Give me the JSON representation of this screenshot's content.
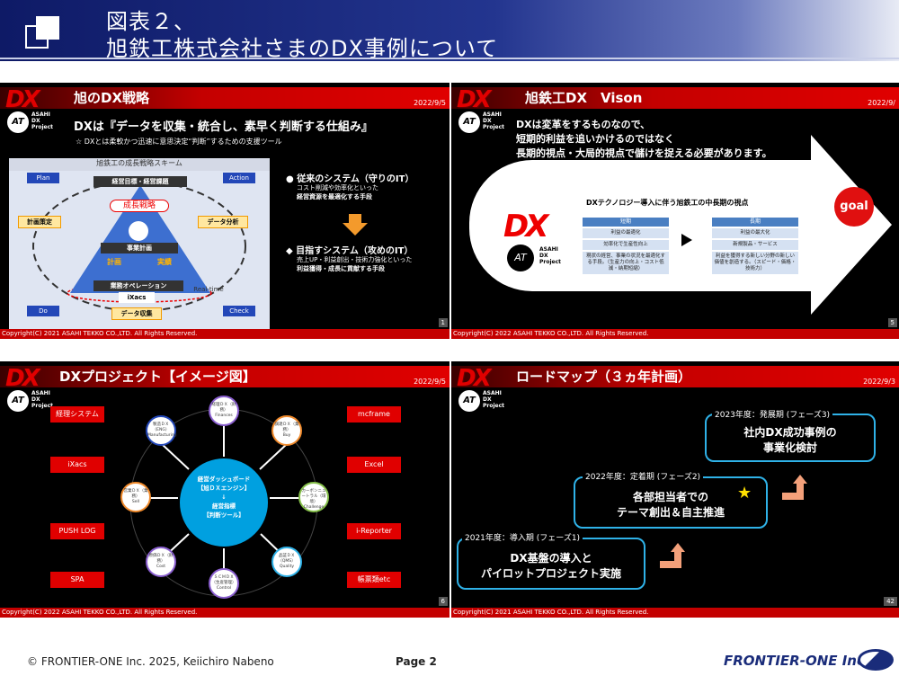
{
  "header": {
    "title_line1": "図表２、",
    "title_line2": "旭鉄工株式会社さまのDX事例について"
  },
  "logo": {
    "dx": "DX",
    "badge": "AT",
    "lines": [
      "ASAHI",
      "DX",
      "Project"
    ]
  },
  "slides": [
    {
      "title": "旭のDX戦略",
      "date": "2022/9/5",
      "page": "1",
      "copyright": "Copyright(C) 2021 ASAHI TEKKO CO.,LTD. All Rights Reserved.",
      "headline": "DXは『データを収集・統合し、素早く判断する仕組み』",
      "subline": "☆ DXとは柔軟かつ迅速に意思決定“判断”するための支援ツール",
      "scheme": {
        "title": "旭鉄工の成長戦略スキーム",
        "plan": "Plan",
        "action": "Action",
        "do": "Do",
        "check": "Check",
        "top": "経営目標・経営課題",
        "growth": "成長戦略",
        "plan_box": "計画策定",
        "analyze_box": "データ分析",
        "biz_plan": "事業計画",
        "keikaku": "計画",
        "jisseki": "実績",
        "ops": "業務オペレーション",
        "ixacs": "iXacs",
        "realtime": "Real-time",
        "collect": "データ収集"
      },
      "points": [
        {
          "title": "● 従来のシステム（守りのIT）",
          "l1": "コスト削減や効率化といった",
          "l2": "経営資源を最適化する手段"
        },
        {
          "title": "◆ 目指すシステム（攻めのIT）",
          "l1": "売上UP・利益創出・技術力強化といった",
          "l2": "利益獲得・成長に貢献する手段"
        }
      ]
    },
    {
      "title": "旭鉄工DX　Vison",
      "date": "2022/9/",
      "page": "5",
      "copyright": "Copyright(C) 2022 ASAHI TEKKO CO.,LTD. All Rights Reserved.",
      "lines": [
        "DXは変革をするものなので、",
        "短期的利益を追いかけるのではなく",
        "長期的視点・大局的視点で儲けを捉える必要があります。"
      ],
      "arrow_title": "DXテクノロジー導入に伴う旭鉄工の中長期の視点",
      "goal": "goal",
      "short": {
        "head": "短期",
        "items": [
          "利益の最適化",
          "効率化で生産性向上",
          "現状の経営、事業の状況を最適化する手段。（生産力の向上・コスト低減・納期短縮）"
        ]
      },
      "long": {
        "head": "長期",
        "items": [
          "利益の最大化",
          "新規製品・サービス",
          "利益を獲得する新しい分野の新しい価値を創造する。（スピード・価格・技術力）"
        ]
      }
    },
    {
      "title": "DXプロジェクト【イメージ図】",
      "date": "2022/9/5",
      "page": "6",
      "copyright": "Copyright(C) 2022 ASAHI TEKKO CO.,LTD. All Rights Reserved.",
      "left_boxes": [
        "経理システム",
        "iXacs",
        "PUSH LOG",
        "SPA"
      ],
      "right_boxes": [
        "mcframe",
        "Excel",
        "i-Reporter",
        "帳票類etc"
      ],
      "nodes": [
        {
          "jp": "経理ＤＸ（財務）",
          "en": "Finances"
        },
        {
          "jp": "調達ＤＸ（業務）",
          "en": "Buy"
        },
        {
          "jp": "カーボンニュートラル（環境）",
          "en": "Challenge"
        },
        {
          "jp": "品証ＤＸ（QMS）",
          "en": "Quality"
        },
        {
          "jp": "ＳＣＭＤＸ（生産管理）",
          "en": "Control"
        },
        {
          "jp": "原価ＤＸ（財務）",
          "en": "Cost"
        },
        {
          "jp": "営業ＤＸ（業務）",
          "en": "Sell"
        },
        {
          "jp": "製造ＤＸ（ENG）",
          "en": "Manufacturing"
        }
      ],
      "center": {
        "l1": "経営ダッシュボード",
        "l2": "【旭ＤＸエンジン】",
        "l3": "↓",
        "l4": "経営指標",
        "l5": "【判断ツール】"
      }
    },
    {
      "title": "ロードマップ（３ヵ年計画）",
      "date": "2022/9/3",
      "page": "42",
      "copyright": "Copyright(C) 2021 ASAHI TEKKO CO.,LTD. All Rights Reserved.",
      "phases": [
        {
          "label": "2021年度：導入期 (フェーズ1)",
          "l1": "DX基盤の導入と",
          "l2": "パイロットプロジェクト実施"
        },
        {
          "label": "2022年度：定着期 (フェーズ2)",
          "l1": "各部担当者での",
          "l2": "テーマ創出＆自主推進"
        },
        {
          "label": "2023年度：発展期 (フェーズ3)",
          "l1": "社内DX成功事例の",
          "l2": "事業化検討"
        }
      ],
      "star": "★"
    }
  ],
  "footer": {
    "copyright": "© FRONTIER-ONE Inc. 2025,  Keiichiro  Nabeno",
    "page": "Page 2",
    "brand": "FRONTIER-ONE Inc."
  }
}
